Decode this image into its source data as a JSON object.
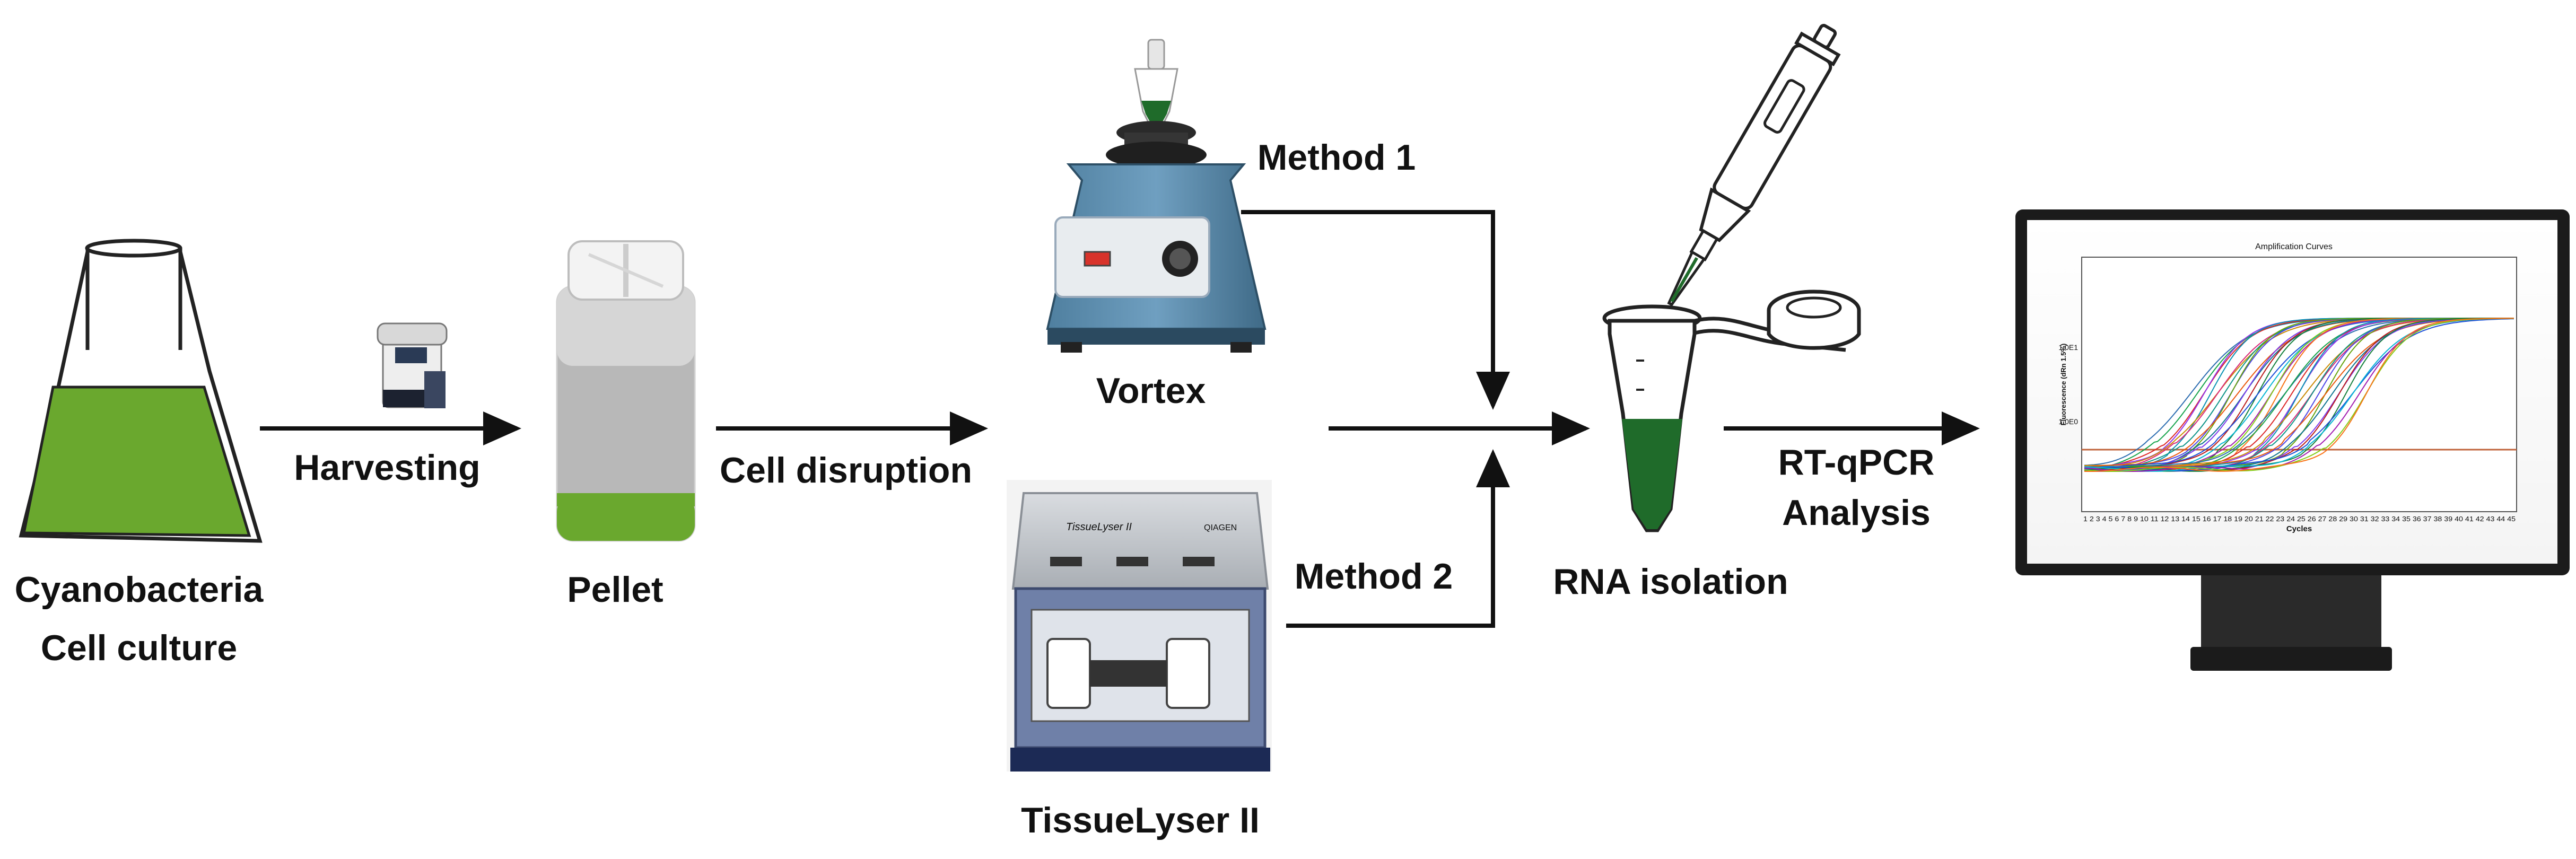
{
  "labels": {
    "culture_line1": "Cyanobacteria",
    "culture_line2": "Cell culture",
    "harvesting": "Harvesting",
    "pellet": "Pellet",
    "cell_disruption": "Cell disruption",
    "vortex": "Vortex",
    "method1": "Method 1",
    "method2": "Method 2",
    "tissuelyser": "TissueLyser II",
    "rna_isolation": "RNA isolation",
    "rtqpcr_line1": "RT-qPCR",
    "rtqpcr_line2": "Analysis"
  },
  "monitor": {
    "plot_title": "Amplification Curves",
    "y_axis": "Fluorescence (dRn 1.5%)",
    "x_axis": "Cycles",
    "y_tick_top": "1.0E1",
    "y_tick_mid": "1.0E0",
    "x_ticks": "1 2 3 4 5 6 7 8 9 10 11 12 13 14 15 16 17 18 19 20 21 22 23 24 25 26 27 28 29 30 31 32 33 34 35 36 37 38 39 40 41 42 43 44 45"
  },
  "devices": {
    "tissuelyser_brand": "TissueLyser II",
    "tissuelyser_maker": "QIAGEN"
  },
  "colors": {
    "culture_green": "#6aa82e",
    "tube_green": "#1f6b2a",
    "vortex_blue": "#5d8fb0",
    "arrow": "#111111",
    "threshold": "#c0643c"
  }
}
